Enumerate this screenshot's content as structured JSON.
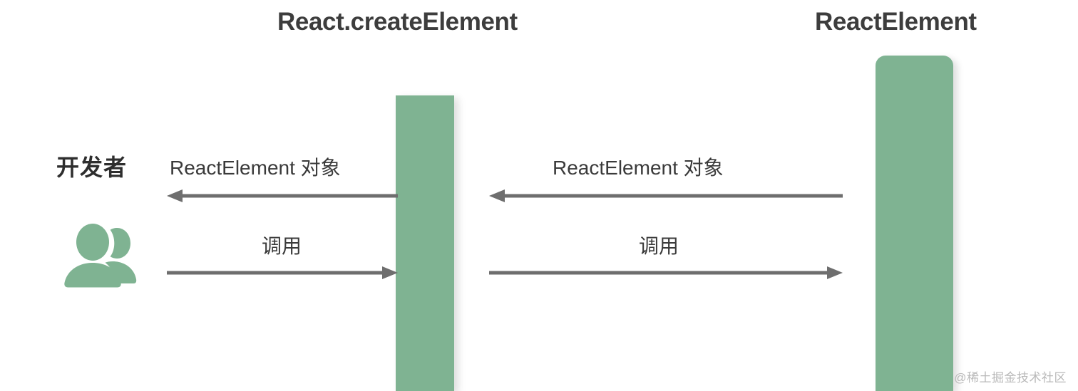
{
  "diagram": {
    "type": "sequence-diagram",
    "background_color": "#ffffff",
    "accent_color": "#7fb392",
    "line_color": "#6e6e6e",
    "text_color": "#3d3d3d",
    "columns": [
      {
        "id": "developer",
        "label": "开发者",
        "icon": "users-icon"
      },
      {
        "id": "create-element",
        "label": "React.createElement"
      },
      {
        "id": "react-element",
        "label": "ReactElement"
      }
    ],
    "messages": [
      {
        "id": "m1",
        "label": "ReactElement 对象",
        "direction": "left",
        "from": "create-element",
        "to": "developer"
      },
      {
        "id": "m2",
        "label": "ReactElement 对象",
        "direction": "left",
        "from": "react-element",
        "to": "create-element"
      },
      {
        "id": "m3",
        "label": "调用",
        "direction": "right",
        "from": "developer",
        "to": "create-element"
      },
      {
        "id": "m4",
        "label": "调用",
        "direction": "right",
        "from": "create-element",
        "to": "react-element"
      }
    ],
    "watermark": "@稀土掘金技术社区"
  }
}
